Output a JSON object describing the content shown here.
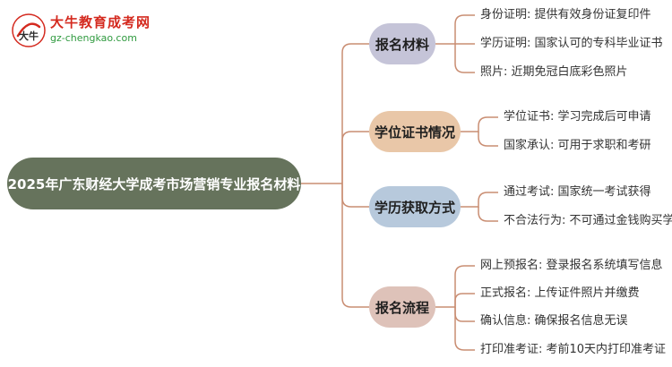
{
  "logo": {
    "title": "大牛教育成考网",
    "url": "gz-chengkao.com",
    "mark_glyph": "大牛"
  },
  "root": {
    "label": "2025年广东财经大学成考市场营销专业报名材料"
  },
  "branches": [
    {
      "label": "报名材料",
      "color": "#c5c4d8",
      "items": [
        "身份证明: 提供有效身份证复印件",
        "学历证明: 国家认可的专科毕业证书",
        "照片: 近期免冠白底彩色照片"
      ]
    },
    {
      "label": "学位证书情况",
      "color": "#e9c7a8",
      "items": [
        "学位证书: 学习完成后可申请",
        "国家承认: 可用于求职和考研"
      ]
    },
    {
      "label": "学历获取方式",
      "color": "#b7c9dc",
      "items": [
        "通过考试: 国家统一考试获得",
        "不合法行为: 不可通过金钱购买学历"
      ]
    },
    {
      "label": "报名流程",
      "color": "#dec2b9",
      "items": [
        "网上预报名: 登录报名系统填写信息",
        "正式报名: 上传证件照片并缴费",
        "确认信息: 确保报名信息无误",
        "打印准考证: 考前10天内打印准考证"
      ]
    }
  ],
  "colors": {
    "root": "#66735c",
    "connector": "#c98d72",
    "logo_red": "#d42a1f",
    "logo_green": "#2f9a3f"
  }
}
